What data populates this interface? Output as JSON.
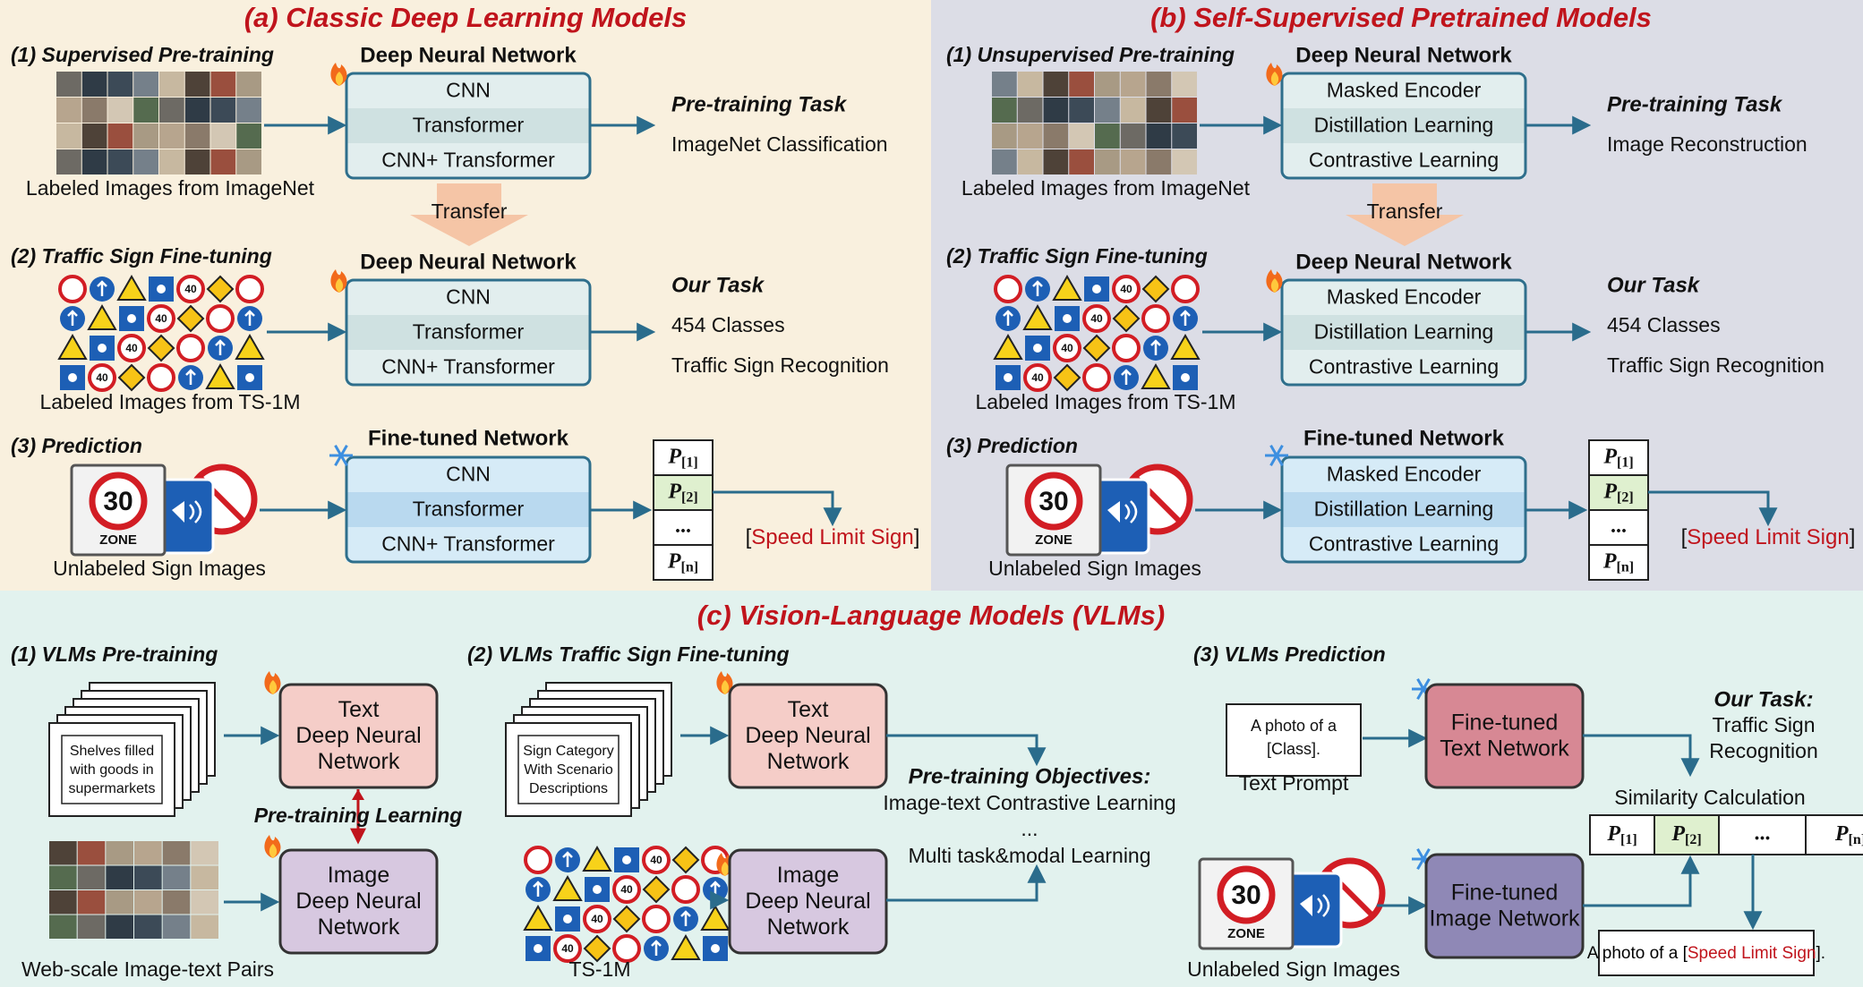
{
  "colors": {
    "panel_a": "#f9f0de",
    "panel_b": "#dcdde6",
    "panel_c": "#e2f2ee",
    "title_red": "#c0141c",
    "arrow": "#2a6c8c",
    "box_border": "#2f6f8c",
    "cnn_row": "#e2eeee",
    "trans_row": "#cfe1e1",
    "pred_box": "#d6ebf7",
    "pred_mid": "#b9d9ef",
    "text_box": "#f5cdc8",
    "image_box": "#d7c8e0",
    "ft_text_box": "#d78894",
    "ft_image_box": "#8f88b6",
    "prob_green": "#dff0cf",
    "transfer_arrow": "#f5c5a6"
  },
  "panels": [
    {
      "id": "a",
      "title": "(a) Classic Deep Learning Models",
      "step1": "(1) Supervised Pre-training",
      "step1_caption": "Labeled Images from ImageNet",
      "net1_title": "Deep Neural Network",
      "net1_rows": [
        "CNN",
        "Transformer",
        "CNN+ Transformer"
      ],
      "task1_title": "Pre-training Task",
      "task1_lines": [
        "ImageNet Classification"
      ],
      "transfer": "Transfer",
      "step2": "(2) Traffic Sign Fine-tuning",
      "step2_caption": "Labeled Images from TS-1M",
      "net2_title": "Deep Neural Network",
      "net2_rows": [
        "CNN",
        "Transformer",
        "CNN+ Transformer"
      ],
      "task2_title": "Our Task",
      "task2_lines": [
        "454 Classes",
        "Traffic Sign Recognition"
      ],
      "step3": "(3) Prediction",
      "step3_caption": "Unlabeled Sign Images",
      "net3_title": "Fine-tuned Network",
      "net3_rows": [
        "CNN",
        "Transformer",
        "CNN+ Transformer"
      ],
      "probs": [
        "P[1]",
        "P[2]",
        "...",
        "P[n]"
      ],
      "output_label": "Speed Limit Sign"
    },
    {
      "id": "b",
      "title": "(b) Self-Supervised Pretrained Models",
      "step1": "(1) Unsupervised Pre-training",
      "step1_caption": "Labeled Images from ImageNet",
      "net1_title": "Deep Neural Network",
      "net1_rows": [
        "Masked Encoder",
        "Distillation Learning",
        "Contrastive Learning"
      ],
      "task1_title": "Pre-training Task",
      "task1_lines": [
        "Image Reconstruction"
      ],
      "transfer": "Transfer",
      "step2": "(2) Traffic Sign Fine-tuning",
      "step2_caption": "Labeled Images from TS-1M",
      "net2_title": "Deep Neural Network",
      "net2_rows": [
        "Masked Encoder",
        "Distillation Learning",
        "Contrastive Learning"
      ],
      "task2_title": "Our Task",
      "task2_lines": [
        "454 Classes",
        "Traffic Sign Recognition"
      ],
      "step3": "(3) Prediction",
      "step3_caption": "Unlabeled Sign Images",
      "net3_title": "Fine-tuned Network",
      "net3_rows": [
        "Masked Encoder",
        "Distillation Learning",
        "Contrastive Learning"
      ],
      "probs": [
        "P[1]",
        "P[2]",
        "...",
        "P[n]"
      ],
      "output_label": "Speed Limit Sign"
    }
  ],
  "vlm": {
    "title": "(c) Vision-Language Models (VLMs)",
    "s1": {
      "heading": "(1) VLMs Pre-training",
      "doc_lines": [
        "Shelves filled",
        "with goods in",
        "supermarkets"
      ],
      "text_net": [
        "Text",
        "Deep Neural",
        "Network"
      ],
      "image_net": [
        "Image",
        "Deep Neural",
        "Network"
      ],
      "link_label": "Pre-training Learning",
      "caption": "Web-scale Image-text Pairs"
    },
    "s2": {
      "heading": "(2) VLMs Traffic Sign Fine-tuning",
      "doc_lines": [
        "Sign Category",
        "With Scenario",
        "Descriptions"
      ],
      "text_net": [
        "Text",
        "Deep Neural",
        "Network"
      ],
      "image_net": [
        "Image",
        "Deep Neural",
        "Network"
      ],
      "objectives_title": "Pre-training Objectives:",
      "objectives": [
        "Image-text Contrastive Learning",
        "...",
        "Multi task&modal Learning"
      ],
      "caption": "TS-1M"
    },
    "s3": {
      "heading": "(3) VLMs Prediction",
      "prompt_lines": [
        "A photo of a",
        "[Class]."
      ],
      "prompt_caption": "Text Prompt",
      "text_net": [
        "Fine-tuned",
        "Text Network"
      ],
      "image_net": [
        "Fine-tuned",
        "Image Network"
      ],
      "task_title": "Our Task:",
      "task_lines": [
        "Traffic Sign",
        "Recognition"
      ],
      "similarity": "Similarity Calculation",
      "probs": [
        "P[1]",
        "P[2]",
        "...",
        "P[n]"
      ],
      "result_prefix": "A photo of a [",
      "result_class": "Speed Limit Sign",
      "result_suffix": "].",
      "caption": "Unlabeled Sign Images"
    }
  }
}
